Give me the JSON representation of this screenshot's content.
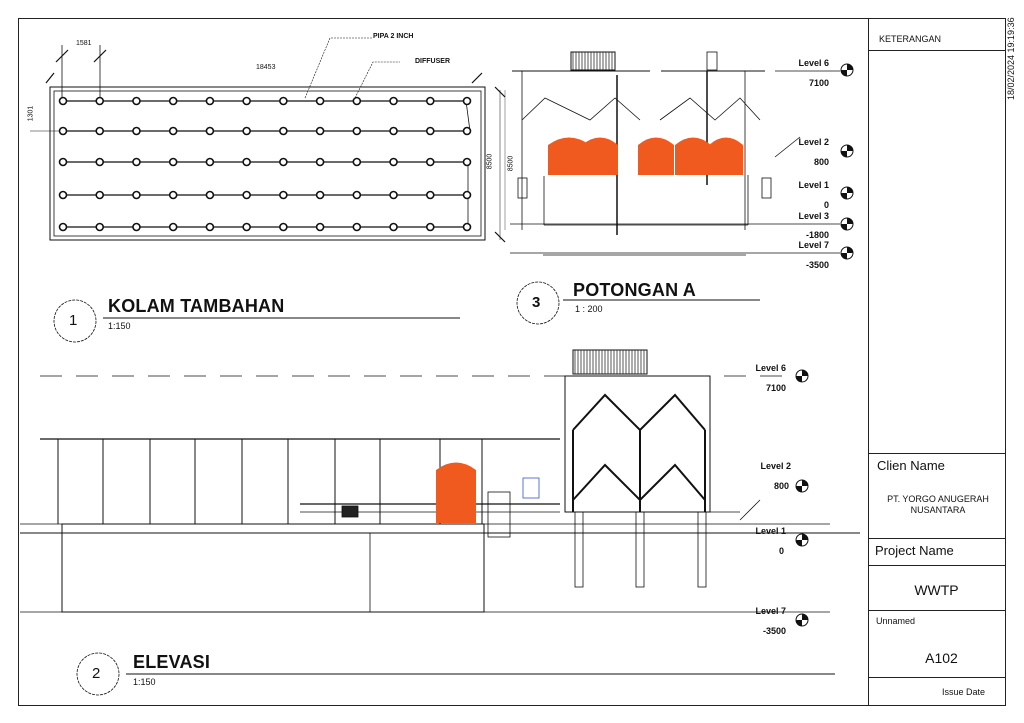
{
  "timestamp": "18/02/2024 19:19:36",
  "title_block": {
    "notes_header": "KETERANGAN",
    "client_label": "Clien Name",
    "client_name": "PT. YORGO ANUGERAH NUSANTARA",
    "project_label": "Project Name",
    "project_name": "WWTP",
    "sheet_name": "Unnamed",
    "sheet_number": "A102",
    "issue_date_label": "Issue Date"
  },
  "views": [
    {
      "number": "1",
      "title": "KOLAM TAMBAHAN",
      "scale": "1:150"
    },
    {
      "number": "2",
      "title": "ELEVASI",
      "scale": "1:150"
    },
    {
      "number": "3",
      "title": "POTONGAN A",
      "scale": "1 : 200"
    }
  ],
  "plan": {
    "dim_spacing": "1581",
    "dim_length": "18453",
    "dim_width": "8500",
    "dim_side": "1301",
    "label_pipe": "PIPA 2 INCH",
    "label_diffuser": "DIFFUSER",
    "diffuser_rows": 5,
    "diffuser_cols": 12
  },
  "section_levels": [
    {
      "name": "Level 6",
      "value": "7100"
    },
    {
      "name": "Level 2",
      "value": "800"
    },
    {
      "name": "Level 1",
      "value": "0"
    },
    {
      "name": "Level 3",
      "value": "-1800"
    },
    {
      "name": "Level 7",
      "value": "-3500"
    }
  ],
  "section_dim": "8500",
  "elevation_levels": [
    {
      "name": "Level 6",
      "value": "7100"
    },
    {
      "name": "Level 2",
      "value": "800"
    },
    {
      "name": "Level 1",
      "value": "0"
    },
    {
      "name": "Level 7",
      "value": "-3500"
    }
  ],
  "colors": {
    "tank": "#f05a1e",
    "line": "#111111"
  }
}
